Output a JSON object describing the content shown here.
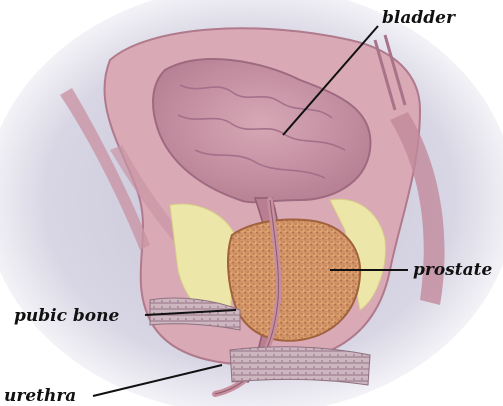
{
  "labels": {
    "bladder": "bladder",
    "prostate": "prostate",
    "pubic_bone": "pubic bone",
    "urethra": "urethra"
  },
  "colors": {
    "background_haze": "#c9c9d8",
    "tissue_pink": "#cf9aa8",
    "bladder_interior": "#b98496",
    "prostate": "#d89a6a",
    "fat": "#e6e2a0",
    "bone_hatch": "#9a7f8c",
    "leader_line": "#111111"
  }
}
